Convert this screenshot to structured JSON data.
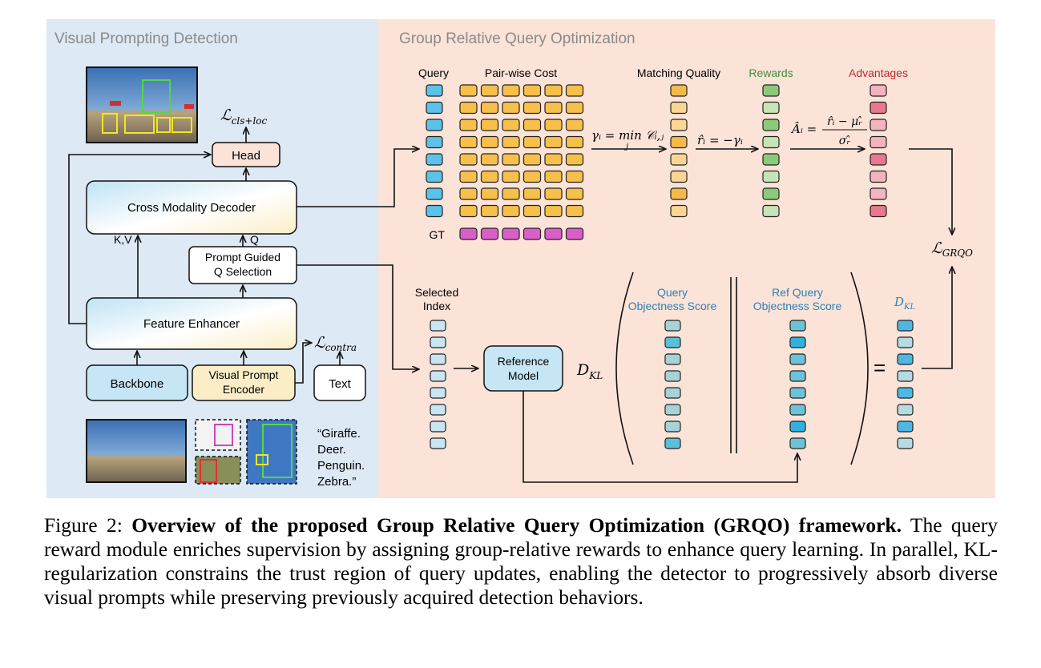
{
  "panels": {
    "left_title": "Visual Prompting Detection",
    "right_title": "Group Relative Query Optimization"
  },
  "blocks": {
    "head": "Head",
    "decoder": "Cross Modality Decoder",
    "prompt_q_line1": "Prompt Guided",
    "prompt_q_line2": "Q Selection",
    "enhancer": "Feature Enhancer",
    "backbone": "Backbone",
    "vp_line1": "Visual Prompt",
    "vp_line2": "Encoder",
    "text": "Text",
    "kv": "K,V",
    "q": "Q",
    "reference_line1": "Reference",
    "reference_line2": "Model"
  },
  "losses": {
    "cls_loc": "ℒ",
    "cls_loc_sub": "cls+loc",
    "contra": "ℒ",
    "contra_sub": "contra",
    "grqo": "ℒ",
    "grqo_sub": "GRQO"
  },
  "prompt_text": [
    "“Giraffe.",
    "Deer.",
    "Penguin.",
    "Zebra.”"
  ],
  "columns": {
    "query": "Query",
    "pairwise": "Pair-wise Cost",
    "matching": "Matching Quality",
    "rewards": "Rewards",
    "advantages": "Advantages",
    "gt": "GT",
    "selected_line1": "Selected",
    "selected_line2": "Index",
    "qos_line1": "Query",
    "qos_line2": "Objectness Score",
    "ref_qos_line1": "Ref Query",
    "ref_qos_line2": "Objectness Score",
    "dkl_top": "D",
    "dkl_sub": "KL"
  },
  "formulas": {
    "gamma": "γᵢ = min 𝒞ᵢ,ⱼ",
    "gamma_sub": "j",
    "reward": "r̂ᵢ = −γᵢ",
    "adv_lhs": "Âᵢ =",
    "adv_num": "r̂ᵢ − μᵣ̂",
    "adv_den": "σᵣ̂",
    "dkl": "D",
    "dkl_sub": "KL",
    "equals": "="
  },
  "colors": {
    "left_bg": "#dde9f5",
    "right_bg": "#fbe3d8",
    "query": "#5bc3ea",
    "cost": "#f7c04a",
    "gt": "#d85fc8",
    "rewards_top": "#9fd08c",
    "adv": "#f08ca0",
    "title_gray": "#8a8a8a",
    "rewards_label": "#3f8f3f",
    "adv_label": "#c0282d",
    "teal_label": "#2f7fb3"
  },
  "caption": {
    "lead": "Figure 2: ",
    "bold": "Overview of the proposed Group Relative Query Optimization (GRQO) framework.",
    "body": " The query reward module enriches supervision by assigning group-relative rewards to enhance query learning. In parallel, KL-regularization constrains the trust region of query updates, enabling the detector to progressively absorb diverse visual prompts while preserving previously acquired detection behaviors."
  }
}
